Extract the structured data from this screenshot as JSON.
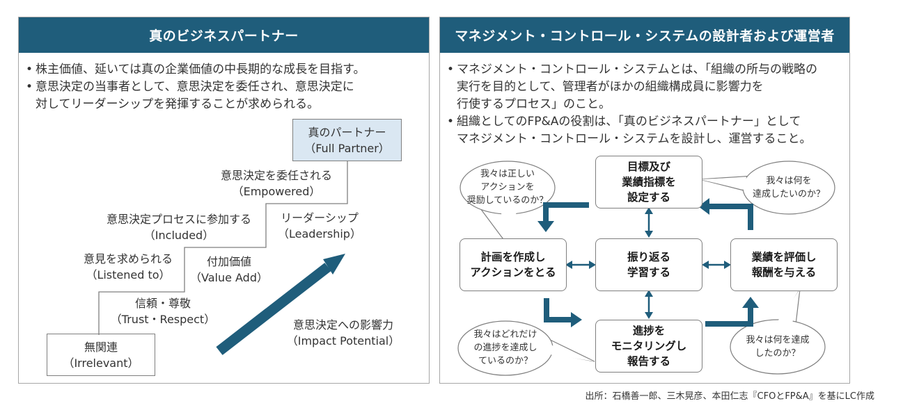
{
  "left_panel": {
    "title": "真のビジネスパートナー",
    "bullets": [
      "株主価値、延いては真の企業価値の中長期的な成長を目指す。",
      "意思決定の当事者として、意思決定を委任され、意思決定に\n対してリーダーシップを発揮することが求められる。"
    ],
    "stairs": [
      {
        "label": "無関連\n（Irrelevant）"
      },
      {
        "label": "信頼・尊敬\n（Trust・Respect）"
      },
      {
        "label": "意見を求められる\n（Listened to）"
      },
      {
        "label": "意思決定プロセスに参加する\n（Included）"
      },
      {
        "label": "意思決定を委任される\n（Empowered）"
      },
      {
        "label": "真のパートナー\n（Full Partner）"
      }
    ],
    "axis_labels": {
      "value_add": "付加価値\n（Value Add）",
      "leadership": "リーダーシップ\n（Leadership）",
      "impact": "意思決定への影響力\n（Impact Potential）"
    },
    "colors": {
      "accent": "#1f5d7b",
      "full_partner_fill": "#dae7f2"
    }
  },
  "right_panel": {
    "title": "マネジメント・コントロール・システムの設計者および運営者",
    "bullets": [
      "マネジメント・コントロール・システムとは、「組織の所与の戦略の\n実行を目的として、管理者がほかの組織構成員に影響力を\n行使するプロセス」のこと。",
      "組織としてのFP&Aの役割は、「真のビジネスパートナー」として\nマネジメント・コントロール・システムを設計し、運営すること。"
    ],
    "cycle": {
      "top": "目標及び\n業績指標を\n設定する",
      "left": "計画を作成し\nアクションをとる",
      "center": "振り返る\n学習する",
      "right": "業績を評価し\n報酬を与える",
      "bottom": "進捗を\nモニタリングし\n報告する"
    },
    "bubbles": {
      "top_left": "我々は正しい\nアクションを\n奨励しているのか？",
      "top_right": "我々は何を\n達成したいのか？",
      "bottom_left": "我々はどれだけ\nの進捗を達成し\nているのか？",
      "bottom_right": "我々は何を達成\nしたのか？"
    }
  },
  "source_note": "出所：石橋善一郎、三木晃彦、本田仁志『CFOとFP&A』を基にLC作成"
}
